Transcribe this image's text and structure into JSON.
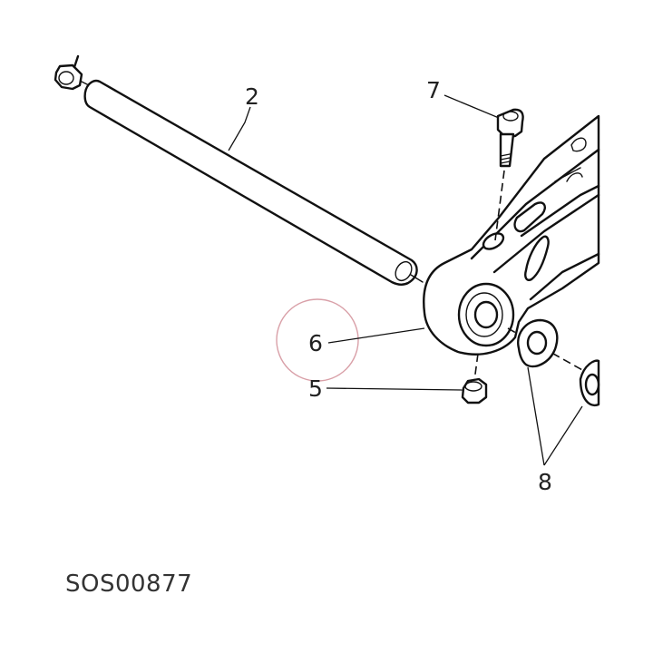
{
  "diagram": {
    "callouts": {
      "c2": "2",
      "c5": "5",
      "c6": "6",
      "c7": "7",
      "c8": "8"
    },
    "drawing_code": "SOS00877",
    "colors": {
      "line": "#111111",
      "highlight_circle": "#d9a0a8",
      "background": "#ffffff"
    }
  }
}
